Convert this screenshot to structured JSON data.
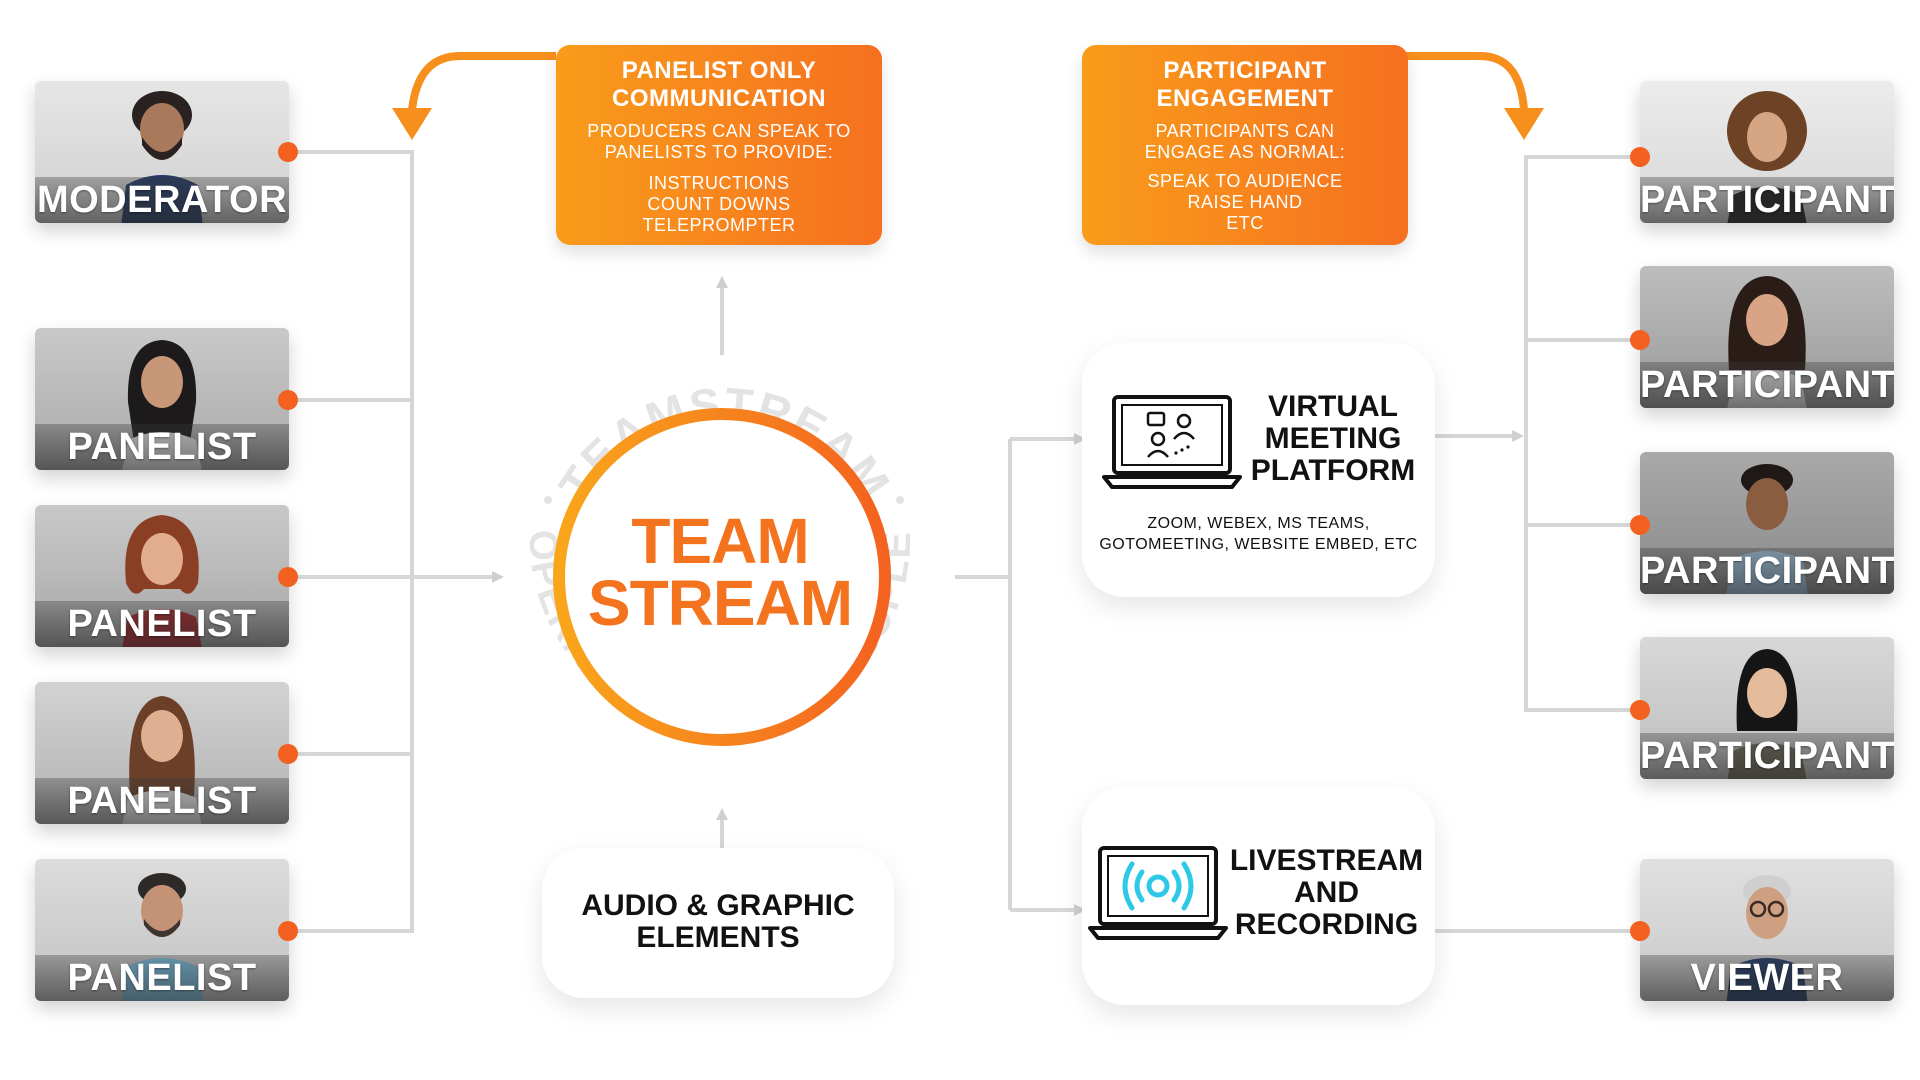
{
  "colors": {
    "accent": "#f2611f",
    "orange_light": "#f99c1b",
    "line": "#d6d6d6",
    "icon_cyan": "#2ec9e6"
  },
  "left_people": [
    {
      "label": "MODERATOR"
    },
    {
      "label": "PANELIST"
    },
    {
      "label": "PANELIST"
    },
    {
      "label": "PANELIST"
    },
    {
      "label": "PANELIST"
    }
  ],
  "right_people": [
    {
      "label": "PARTICIPANT"
    },
    {
      "label": "PARTICIPANT"
    },
    {
      "label": "PARTICIPANT"
    },
    {
      "label": "PARTICIPANT"
    },
    {
      "label": "VIEWER"
    }
  ],
  "panelist_box": {
    "title_line1": "PANELIST ONLY",
    "title_line2": "COMMUNICATION",
    "desc_line1": "PRODUCERS CAN SPEAK TO",
    "desc_line2": "PANELISTS TO PROVIDE:",
    "items": [
      "INSTRUCTIONS",
      "COUNT DOWNS",
      "TELEPROMPTER"
    ]
  },
  "participant_box": {
    "title_line1": "PARTICIPANT",
    "title_line2": "ENGAGEMENT",
    "desc_line1": "PARTICIPANTS CAN",
    "desc_line2": "ENGAGE AS NORMAL:",
    "items": [
      "SPEAK TO AUDIENCE",
      "RAISE HAND",
      "ETC"
    ]
  },
  "center": {
    "title_line1": "TEAM",
    "title_line2": "STREAM",
    "ring_top": "TEAMSTREAM",
    "ring_bottom": "OPERATED BY TEAMPEOPLE"
  },
  "virtual_platform": {
    "title_line1": "VIRTUAL",
    "title_line2": "MEETING",
    "title_line3": "PLATFORM",
    "sub_line1": "ZOOM, WEBEX, MS TEAMS,",
    "sub_line2": "GOTOMEETING, WEBSITE EMBED, ETC",
    "icon": "laptop-meeting-icon"
  },
  "livestream": {
    "title_line1": "LIVESTREAM",
    "title_line2": "AND",
    "title_line3": "RECORDING",
    "icon": "laptop-broadcast-icon"
  },
  "audio_graphic": {
    "title_line1": "AUDIO & GRAPHIC",
    "title_line2": "ELEMENTS"
  }
}
